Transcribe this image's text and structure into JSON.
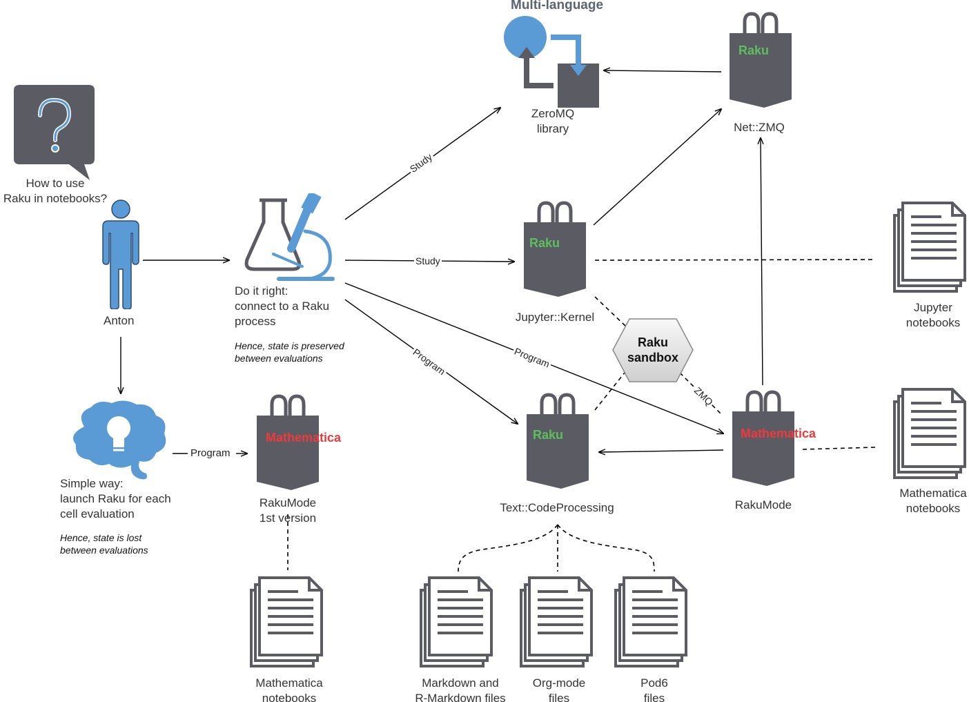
{
  "colors": {
    "bag": "#5b5b64",
    "raku_label": "#5cbf5c",
    "mathematica_label": "#ee3a3a",
    "blue": "#5b9bd5",
    "doc": "#5b5b64"
  },
  "question": {
    "icon": "question-bubble-icon",
    "text_line1": "How to use",
    "text_line2": "Raku in notebooks?"
  },
  "person": {
    "icon": "person-icon",
    "name": "Anton"
  },
  "lab": {
    "icon": "flask-microscope-icon",
    "line1": "Do it right:",
    "line2": "connect to a Raku",
    "line3": "process",
    "note1": "Hence, state is preserved",
    "note2": "between evaluations"
  },
  "brain": {
    "icon": "brain-lightbulb-icon",
    "line1": "Simple way:",
    "line2": "launch Raku for each",
    "line3": "cell evaluation",
    "note1": "Hence, state is lost",
    "note2": "between evaluations"
  },
  "zeromq": {
    "title": "Multi-language",
    "icon": "sync-cycle-icon",
    "line1": "ZeroMQ",
    "line2": "library"
  },
  "netzmq": {
    "bag_label": "Raku",
    "name": "Net::ZMQ"
  },
  "jupyter_kernel": {
    "bag_label": "Raku",
    "name": "Jupyter::Kernel"
  },
  "code_processing": {
    "bag_label": "Raku",
    "name": "Text::CodeProcessing"
  },
  "rakumode_v1": {
    "bag_label": "Mathematica",
    "line1": "RakuMode",
    "line2": "1st version"
  },
  "rakumode": {
    "bag_label": "Mathematica",
    "name": "RakuMode"
  },
  "sandbox": {
    "line1": "Raku",
    "line2": "sandbox"
  },
  "docs": {
    "jupyter": {
      "line1": "Jupyter",
      "line2": "notebooks"
    },
    "mathematica_right": {
      "line1": "Mathematica",
      "line2": "notebooks"
    },
    "mathematica_bottom": {
      "line1": "Mathematica",
      "line2": "notebooks"
    },
    "markdown": {
      "line1": "Markdown and",
      "line2": "R-Markdown files"
    },
    "orgmode": {
      "line1": "Org-mode",
      "line2": "files"
    },
    "pod6": {
      "line1": "Pod6",
      "line2": "files"
    }
  },
  "edge_labels": {
    "study_zeromq": "Study",
    "study_kernel": "Study",
    "program_codeproc": "Program",
    "program_rakumode": "Program",
    "program_v1": "Program",
    "zmq": "ZMQ"
  }
}
